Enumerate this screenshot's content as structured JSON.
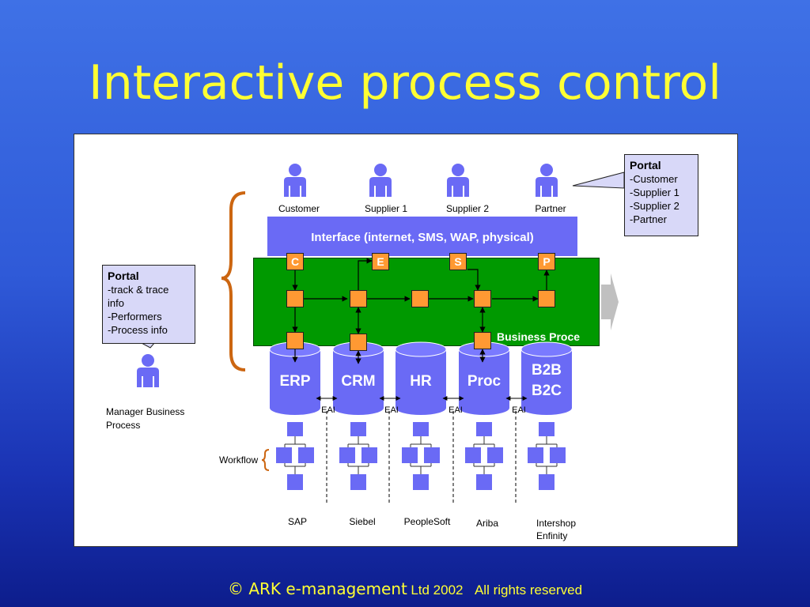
{
  "title": "Interactive process control",
  "actors": {
    "customer": "Customer",
    "supplier1": "Supplier 1",
    "supplier2": "Supplier 2",
    "partner": "Partner",
    "manager_line1": "Manager Business",
    "manager_line2": "Process"
  },
  "interface_label": "Interface (internet, SMS, WAP, physical)",
  "business_process_label": "Business Proce",
  "portal_nodes": [
    "C",
    "E",
    "S",
    "P"
  ],
  "systems": {
    "erp": "ERP",
    "crm": "CRM",
    "hr": "HR",
    "proc": "Proc",
    "b2b_line1": "B2B",
    "b2b_line2": "B2C"
  },
  "eai_label": "EAI",
  "workflow_label": "Workflow",
  "vendors": {
    "sap": "SAP",
    "siebel": "Siebel",
    "peoplesoft": "PeopleSoft",
    "ariba": "Ariba",
    "intershop_line1": "Intershop",
    "intershop_line2": "Enfinity"
  },
  "portal_right": {
    "heading": "Portal",
    "items": [
      "-Customer",
      "-Supplier 1",
      "-Supplier 2",
      "-Partner"
    ]
  },
  "portal_left": {
    "heading": "Portal",
    "items": [
      "-track & trace",
      "info",
      "-Performers",
      "-Process info"
    ]
  },
  "footer": {
    "copyright": "© ARK e-management",
    "year": "Ltd 2002",
    "rights": "All rights reserved"
  },
  "colors": {
    "title": "#ffff33",
    "node": "#ff9933",
    "interface_band": "#6a6af5",
    "business_process": "#009900",
    "cylinder": "#6a6af5",
    "bracket": "#cc6611"
  }
}
